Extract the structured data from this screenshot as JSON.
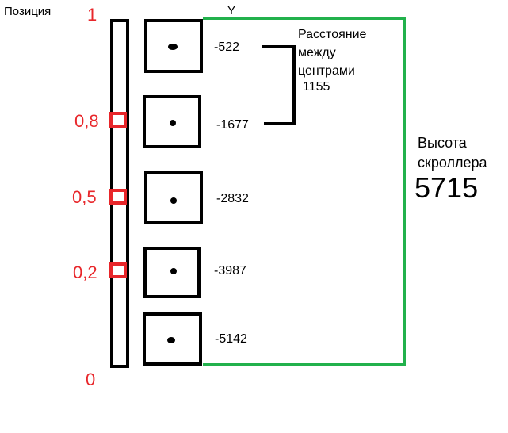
{
  "labels": {
    "position_title": "Позиция",
    "y_title": "Y",
    "pos_top": "1",
    "pos_08": "0,8",
    "pos_05": "0,5",
    "pos_02": "0,2",
    "pos_bottom": "0",
    "distance_line1": "Расстояние",
    "distance_line2": "между",
    "distance_line3": "центрами",
    "distance_value": "1155",
    "height_line1": "Высота",
    "height_line2": "скроллера",
    "height_value": "5715"
  },
  "items": [
    {
      "y": "-522"
    },
    {
      "y": "-1677"
    },
    {
      "y": "-2832"
    },
    {
      "y": "-3987"
    },
    {
      "y": "-5142"
    }
  ],
  "colors": {
    "red": "#e8262a",
    "green": "#22b14c",
    "black": "#000000"
  }
}
